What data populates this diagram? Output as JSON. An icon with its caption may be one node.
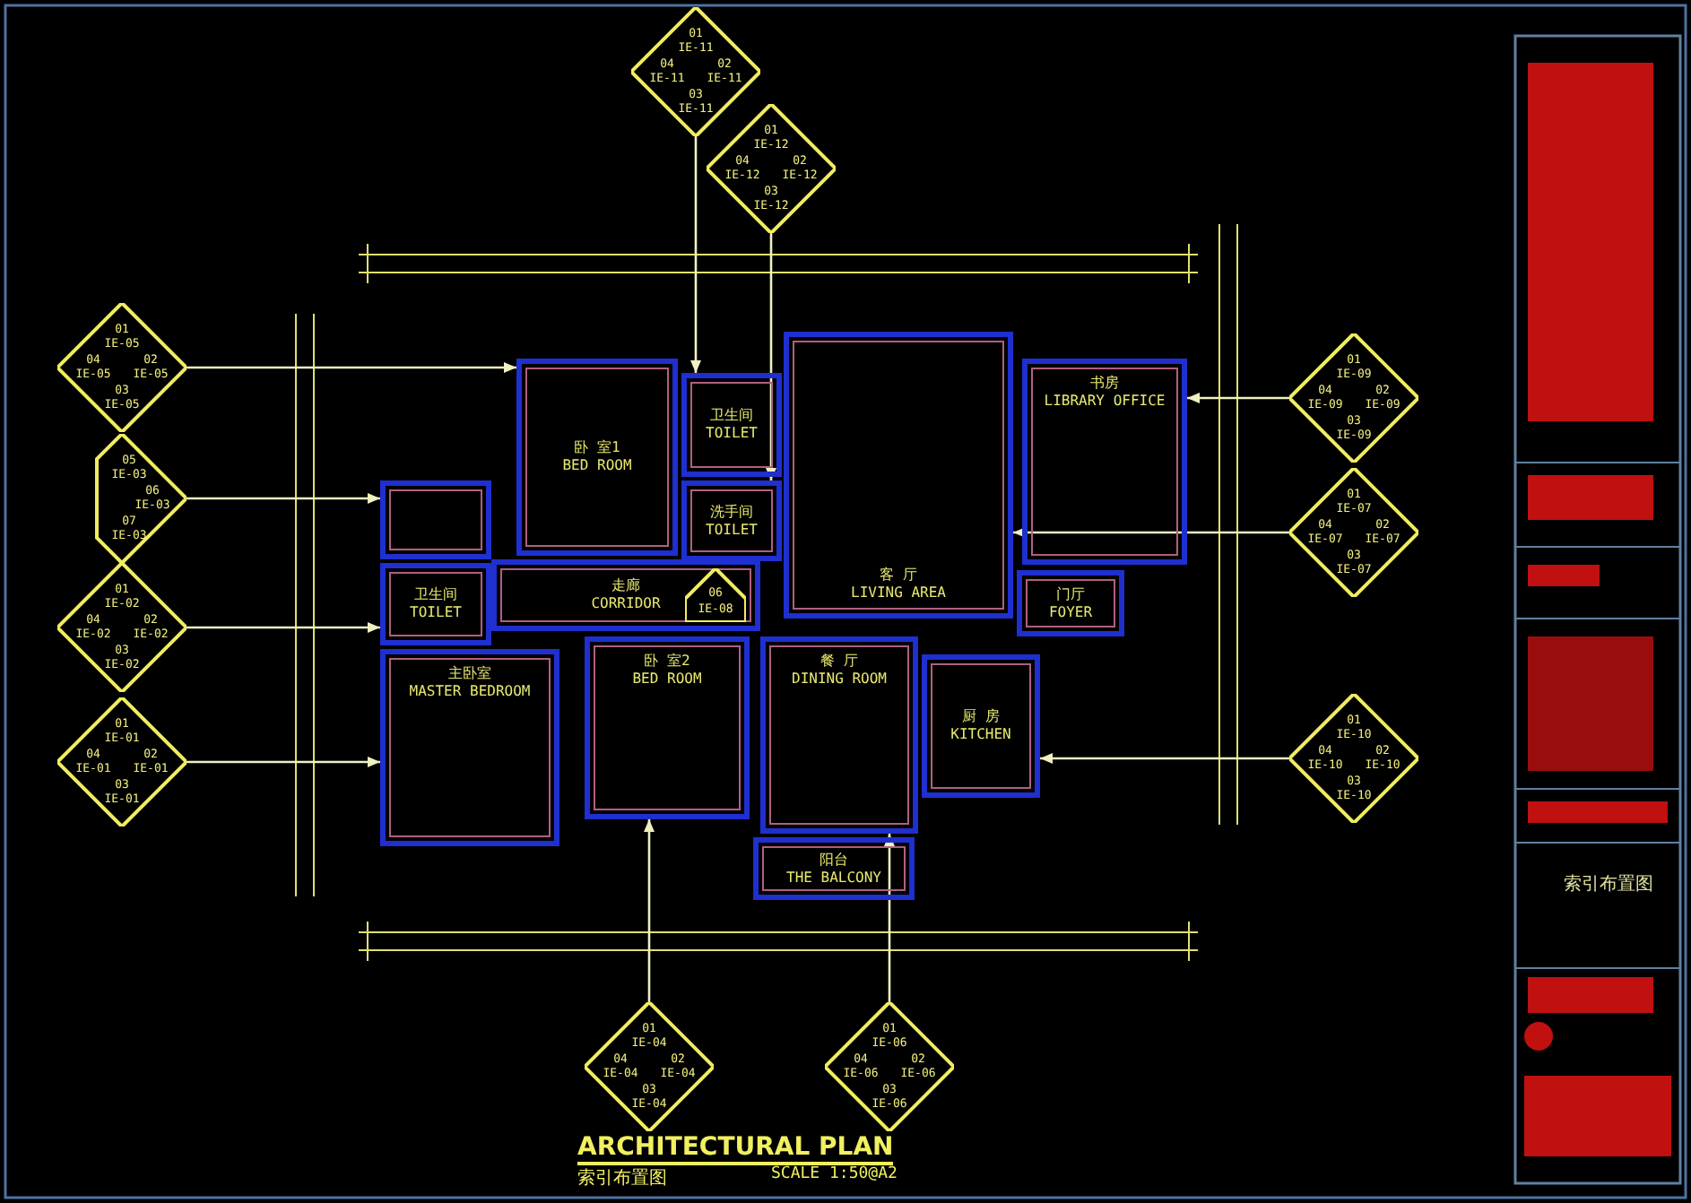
{
  "diagram": {
    "title": "ARCHITECTURAL PLAN",
    "nodes": [
      {
        "text": [
          "卧 室1",
          "BED ROOM"
        ]
      },
      {
        "text": [
          "卫生间",
          "TOILET"
        ]
      },
      {
        "text": [
          "洗手间",
          "TOILET"
        ]
      },
      {
        "text": [
          "客 厅",
          "LIVING AREA"
        ]
      },
      {
        "text": [
          "书房",
          "LIBRARY OFFICE"
        ]
      },
      {
        "text": [
          "卫生间",
          "TOILET"
        ]
      },
      {
        "text": [
          "走廊",
          "CORRIDOR"
        ]
      },
      {
        "text": [
          "门厅",
          "FOYER"
        ]
      },
      {
        "text": [
          "主卧室",
          "MASTER BEDROOM"
        ]
      },
      {
        "text": [
          "卧 室2",
          "BED ROOM"
        ]
      },
      {
        "text": [
          "餐 厅",
          "DINING ROOM"
        ]
      },
      {
        "text": [
          "厨 房",
          "KITCHEN"
        ]
      },
      {
        "text": [
          "阳台",
          "THE BALCONY"
        ]
      },
      {
        "text": [],
        "shape": "box"
      },
      {
        "text": [
          "01",
          "IE-11",
          "04",
          "IE-11",
          "02",
          "IE-11",
          "03",
          "IE-11"
        ]
      },
      {
        "text": [
          "01",
          "IE-12",
          "04",
          "IE-12",
          "02",
          "IE-12",
          "03",
          "IE-12"
        ]
      },
      {
        "text": [
          "01",
          "IE-05",
          "04",
          "IE-05",
          "02",
          "IE-05",
          "03",
          "IE-05"
        ]
      },
      {
        "text": [
          "05",
          "IE-03",
          "06",
          "IE-03",
          "07",
          "IE-03"
        ]
      },
      {
        "text": [
          "01",
          "IE-02",
          "04",
          "IE-02",
          "02",
          "IE-02",
          "03",
          "IE-02"
        ]
      },
      {
        "text": [
          "01",
          "IE-01",
          "04",
          "IE-01",
          "02",
          "IE-01",
          "03",
          "IE-01"
        ]
      },
      {
        "text": [
          "01",
          "IE-09",
          "04",
          "IE-09",
          "02",
          "IE-09",
          "03",
          "IE-09"
        ]
      },
      {
        "text": [
          "01",
          "IE-07",
          "04",
          "IE-07",
          "02",
          "IE-07",
          "03",
          "IE-07"
        ]
      },
      {
        "text": [
          "01",
          "IE-10",
          "04",
          "IE-10",
          "02",
          "IE-10",
          "03",
          "IE-10"
        ]
      },
      {
        "text": [
          "01",
          "IE-04",
          "04",
          "IE-04",
          "02",
          "IE-04",
          "03",
          "IE-04"
        ]
      },
      {
        "text": [
          "01",
          "IE-06",
          "04",
          "IE-06",
          "02",
          "IE-06",
          "03",
          "IE-06"
        ]
      },
      {
        "text": [
          "06",
          "IE-08"
        ],
        "in": 6
      }
    ],
    "edges": [
      {
        "from": 14,
        "to": 1,
        "arrow": "to"
      },
      {
        "from": 15,
        "to": 2,
        "arrow": "to"
      },
      {
        "from": 16,
        "to": 0,
        "arrow": "to"
      },
      {
        "from": 17,
        "to": 13,
        "arrow": "to"
      },
      {
        "from": 18,
        "to": 5,
        "arrow": "to"
      },
      {
        "from": 19,
        "to": 8,
        "arrow": "to"
      },
      {
        "from": 20,
        "to": 4,
        "arrow": "to"
      },
      {
        "from": 21,
        "to": 3,
        "arrow": "to"
      },
      {
        "from": 22,
        "to": 11,
        "arrow": "to"
      },
      {
        "from": 23,
        "to": 9,
        "arrow": "to"
      },
      {
        "from": 24,
        "to": 10,
        "arrow": "to"
      }
    ],
    "labels": [
      "索引布置图",
      "SCALE 1:50@A2",
      "索引布置图"
    ]
  }
}
